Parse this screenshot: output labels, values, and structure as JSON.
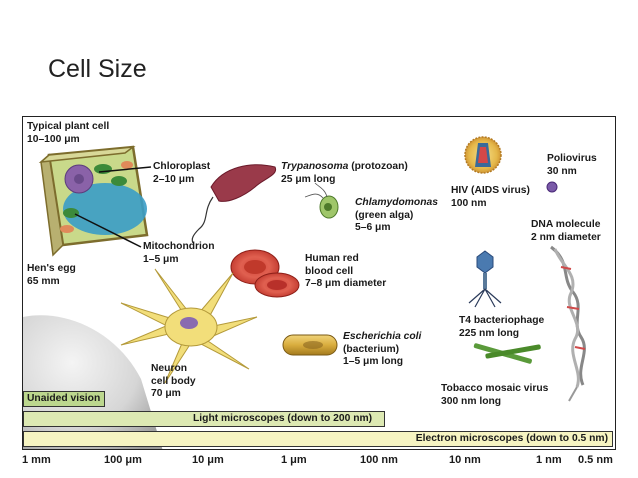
{
  "slide_title": "Cell Size",
  "specimens": {
    "plant_cell": {
      "name": "Typical plant cell",
      "size": "10–100 μm"
    },
    "chloroplast": {
      "name": "Chloroplast",
      "size": "2–10 μm"
    },
    "mitochondrion": {
      "name": "Mitochondrion",
      "size": "1–5 μm"
    },
    "hens_egg": {
      "name": "Hen's egg",
      "size": "65 mm"
    },
    "trypanosoma": {
      "name": "Trypanosoma",
      "kind": " (protozoan)",
      "size": "25 μm long"
    },
    "chlamydomonas": {
      "name": "Chlamydomonas",
      "kind": "(green alga)",
      "size": "5–6 μm"
    },
    "red_blood_cell": {
      "line1": "Human red",
      "line2": "blood cell",
      "size": "7–8 μm diameter"
    },
    "neuron": {
      "line1": "Neuron",
      "line2": "cell body",
      "size": "70 μm"
    },
    "ecoli": {
      "name": "Escherichia coli",
      "kind": "(bacterium)",
      "size": "1–5 μm long"
    },
    "hiv": {
      "name": "HIV (AIDS virus)",
      "size": "100 nm"
    },
    "poliovirus": {
      "name": "Poliovirus",
      "size": "30 nm"
    },
    "dna": {
      "name": "DNA molecule",
      "size": "2 nm diameter"
    },
    "t4": {
      "name": "T4 bacteriophage",
      "size": "225 nm long"
    },
    "tmv": {
      "name": "Tobacco mosaic virus",
      "size": "300 nm long"
    }
  },
  "ranges": {
    "unaided": "Unaided vision",
    "light": "Light microscopes (down to 200 nm)",
    "electron": "Electron microscopes (down to 0.5 nm)"
  },
  "colors": {
    "unaided": "#bcd78e",
    "light": "#dde9b3",
    "electron": "#f6f4c2"
  },
  "scale": [
    "1 mm",
    "100 μm",
    "10 μm",
    "1 μm",
    "100 nm",
    "10 nm",
    "1 nm",
    "0.5 nm"
  ]
}
